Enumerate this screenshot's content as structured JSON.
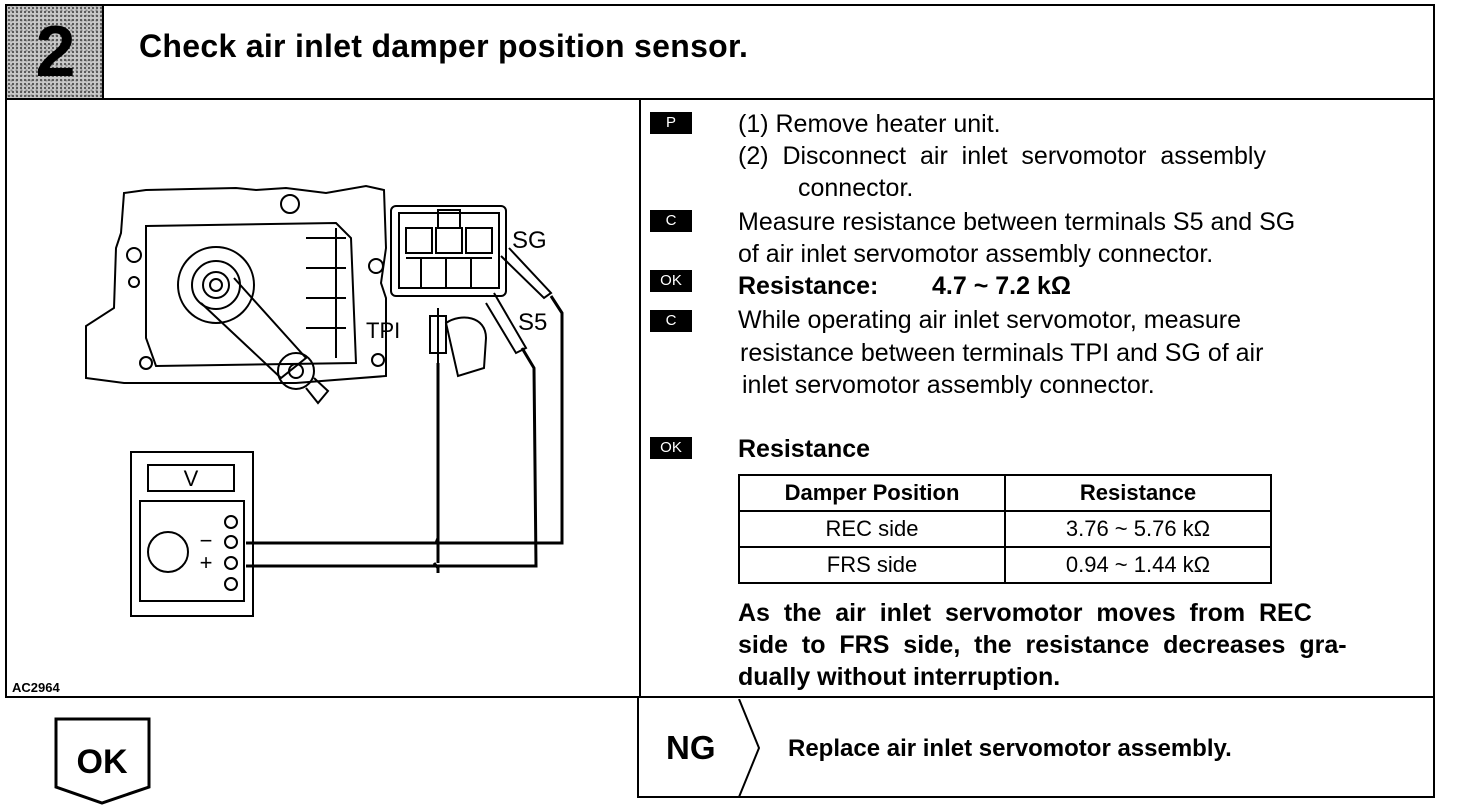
{
  "header": {
    "step_number": "2",
    "title": "Check air inlet damper position sensor."
  },
  "diagram": {
    "figure_id": "AC2964",
    "labels": {
      "sg": "SG",
      "s5": "S5",
      "tpi": "TPI",
      "meter_mode": "V",
      "minus": "−",
      "plus": "+"
    }
  },
  "procedure": {
    "p_badge": "P",
    "step1": "(1)  Remove heater unit.",
    "step2_line1": "(2)  Disconnect  air  inlet  servomotor  assembly",
    "step2_line2": "connector.",
    "c1_badge": "C",
    "c1_line1": "Measure resistance between terminals S5 and SG",
    "c1_line2": "of air inlet servomotor assembly connector.",
    "ok1_badge": "OK",
    "ok1_label": "Resistance:",
    "ok1_value": "4.7 ~ 7.2 kΩ",
    "c2_badge": "C",
    "c2_line1": "While operating air inlet servomotor, measure",
    "c2_line2": "resistance between terminals TPI and SG of air",
    "c2_line3": "inlet servomotor assembly connector.",
    "ok2_badge": "OK",
    "ok2_label": "Resistance"
  },
  "resistance_table": {
    "headers": [
      "Damper Position",
      "Resistance"
    ],
    "rows": [
      [
        "REC side",
        "3.76 ~ 5.76 kΩ"
      ],
      [
        "FRS side",
        "0.94 ~ 1.44 kΩ"
      ]
    ]
  },
  "note": {
    "line1": "As  the  air  inlet  servomotor  moves  from  REC",
    "line2": "side  to  FRS  side,  the  resistance  decreases  gra-",
    "line3": "dually without interruption."
  },
  "result": {
    "ok_label": "OK",
    "ng_label": "NG",
    "ng_action": "Replace air inlet servomotor assembly."
  }
}
